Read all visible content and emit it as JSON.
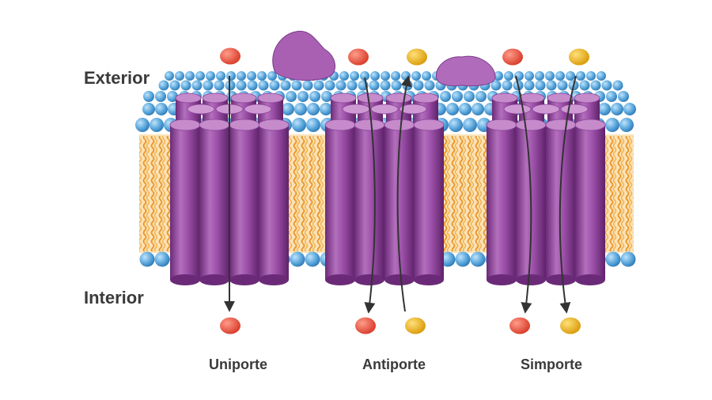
{
  "labels": {
    "exterior": "Exterior",
    "interior": "Interior"
  },
  "transporters": [
    {
      "id": "uniporte",
      "label": "Uniporte",
      "molecules": [
        "red"
      ]
    },
    {
      "id": "antiporte",
      "label": "Antiporte",
      "molecules": [
        "red",
        "yellow"
      ]
    },
    {
      "id": "simporte",
      "label": "Simporte",
      "molecules": [
        "red",
        "yellow"
      ]
    }
  ],
  "colors": {
    "protein": "#9b4fa8",
    "protein_light": "#c58bcb",
    "protein_dark": "#6b2a78",
    "phospholipid_head": "#5aa7dc",
    "lipid_tail": "#f0a23a",
    "bilayer_fill": "#fbe3b8",
    "molecule_red": "#e8533f",
    "molecule_yellow": "#e8a814",
    "arrow": "#333333"
  }
}
